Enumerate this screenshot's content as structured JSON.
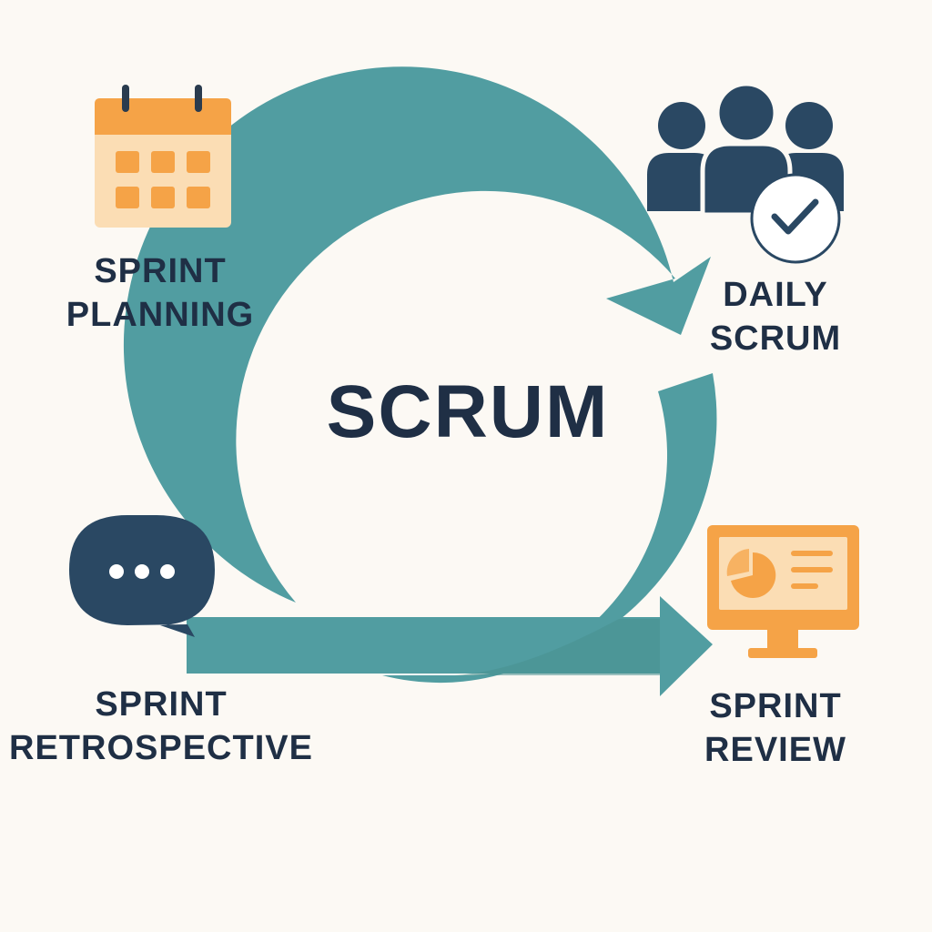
{
  "title": "SCRUM",
  "events": {
    "planning": {
      "line1": "SPRINT",
      "line2": "PLANNING",
      "icon": "calendar-icon"
    },
    "daily": {
      "line1": "DAILY",
      "line2": "SCRUM",
      "icon": "team-check-icon"
    },
    "review": {
      "line1": "SPRINT",
      "line2": "REVIEW",
      "icon": "monitor-chart-icon"
    },
    "retrospective": {
      "line1": "SPRINT",
      "line2": "RETROSPECTIVE",
      "icon": "chat-bubble-icon"
    }
  },
  "colors": {
    "background": "#FCF9F4",
    "cycle_arrow": "#519DA1",
    "text": "#1F2F45",
    "orange": "#F5A347",
    "light_orange": "#FBDDB4",
    "navy": "#2A4863"
  }
}
